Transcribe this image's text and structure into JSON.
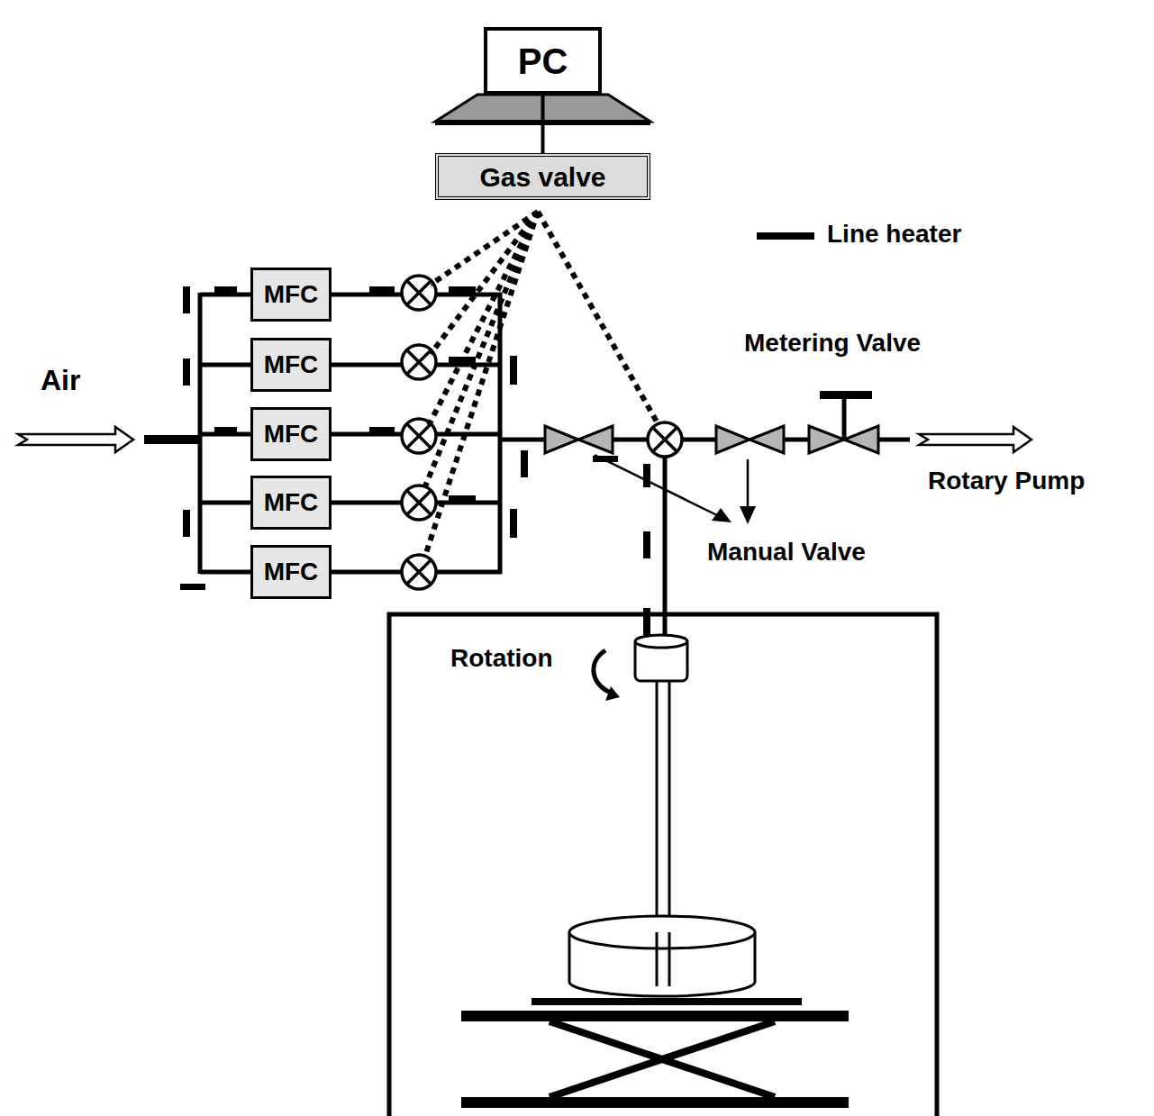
{
  "diagram": {
    "nodes": [
      {
        "text": [
          "PC"
        ]
      },
      {
        "text": [
          "Gas valve"
        ]
      },
      {
        "text": [
          "MFC"
        ]
      },
      {
        "text": [
          "MFC"
        ]
      },
      {
        "text": [
          "MFC"
        ]
      },
      {
        "text": [
          "MFC"
        ]
      },
      {
        "text": [
          "MFC"
        ]
      }
    ],
    "edges": [
      {
        "from": 0,
        "to": 1,
        "arrow": "none"
      }
    ],
    "labels": [
      "Air",
      "Metering Valve",
      "Rotary Pump",
      "Manual Valve",
      "Rotation"
    ],
    "legend": [
      {
        "text": "Line heater"
      }
    ]
  }
}
